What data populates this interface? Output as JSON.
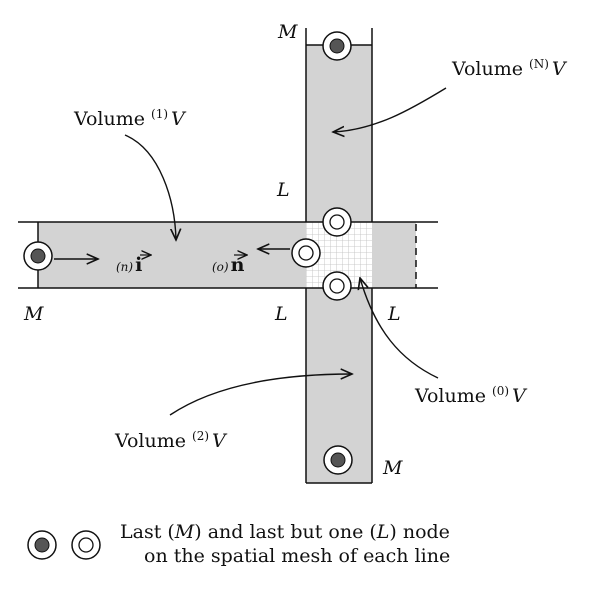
{
  "labels": {
    "volume_n": "Volume",
    "volume_n_sup": "(N)",
    "volume_n_var": "V",
    "volume_1": "Volume",
    "volume_1_sup": "(1)",
    "volume_1_var": "V",
    "volume_0": "Volume",
    "volume_0_sup": "(0)",
    "volume_0_var": "V",
    "volume_2": "Volume",
    "volume_2_sup": "(2)",
    "volume_2_var": "V",
    "m_top": "M",
    "m_left": "M",
    "m_bottom": "M",
    "l_top": "L",
    "l_left": "L",
    "l_right": "L",
    "vec_i_sup": "(n)",
    "vec_i": "i",
    "vec_n_sup": "(o)",
    "vec_n": "n"
  },
  "legend": {
    "prefix": "Last (",
    "m": "M",
    "middle": ") and last but one (",
    "l": "L",
    "suffix": ") node",
    "line2": "on the spatial mesh of each line"
  },
  "colors": {
    "fill": "#d3d3d3",
    "stroke": "#111111",
    "grid": "#bdbdbd"
  }
}
